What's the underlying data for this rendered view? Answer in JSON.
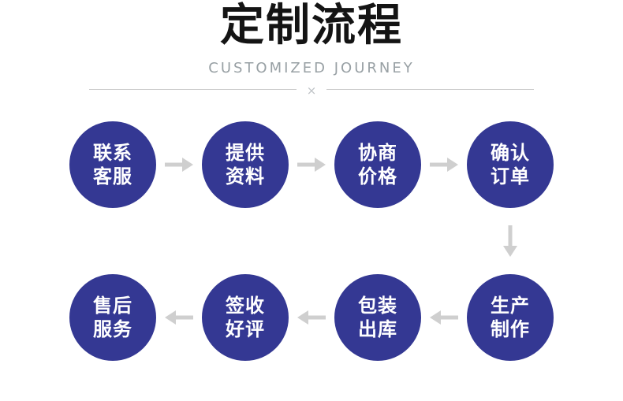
{
  "header": {
    "title": "定制流程",
    "subtitle": "CUSTOMIZED JOURNEY",
    "divider_mark": "×"
  },
  "flow": {
    "row1": [
      {
        "line1": "联系",
        "line2": "客服"
      },
      {
        "line1": "提供",
        "line2": "资料"
      },
      {
        "line1": "协商",
        "line2": "价格"
      },
      {
        "line1": "确认",
        "line2": "订单"
      }
    ],
    "row2": [
      {
        "line1": "售后",
        "line2": "服务"
      },
      {
        "line1": "签收",
        "line2": "好评"
      },
      {
        "line1": "包装",
        "line2": "出库"
      },
      {
        "line1": "生产",
        "line2": "制作"
      }
    ]
  },
  "icons": {
    "arrow_right": "→",
    "arrow_down": "↓",
    "arrow_left": "←"
  },
  "colors": {
    "title": "#141414",
    "subtitle": "#98a0a4",
    "divider_line": "#c9c9c9",
    "divider_mark": "#bfc3c6",
    "circle_fill": "#343893",
    "circle_text": "#ffffff",
    "arrow": "#cfcfcf"
  }
}
